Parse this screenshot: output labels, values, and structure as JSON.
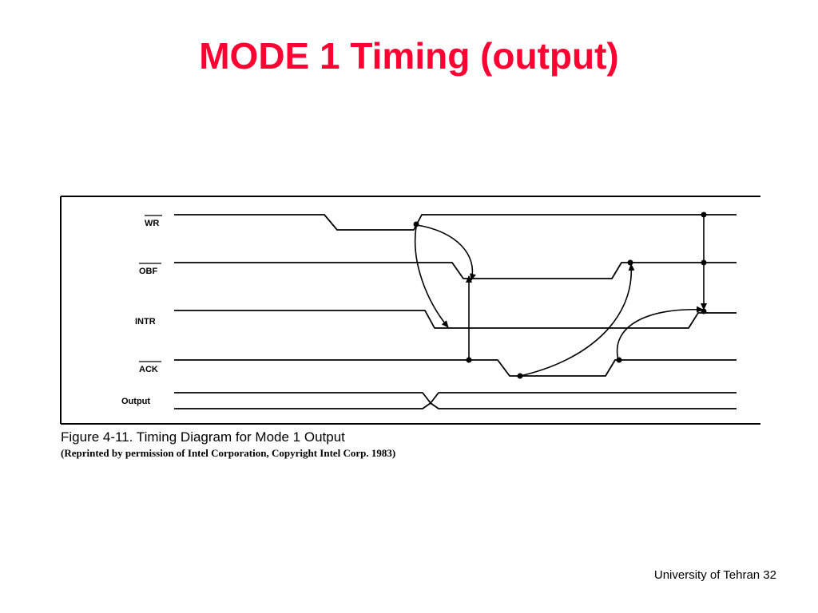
{
  "slide": {
    "title": "MODE 1 Timing (output)",
    "footer": "University of Tehran 32"
  },
  "figure": {
    "caption": "Figure 4-11. Timing Diagram for Mode 1 Output",
    "credit": "(Reprinted by permission of Intel Corporation, Copyright Intel Corp. 1983)",
    "signals": [
      {
        "id": "wr",
        "label": "WR",
        "overbar": true
      },
      {
        "id": "obf",
        "label": "OBF",
        "overbar": true
      },
      {
        "id": "intr",
        "label": "INTR",
        "overbar": false
      },
      {
        "id": "ack",
        "label": "ACK",
        "overbar": true
      },
      {
        "id": "output",
        "label": "Output",
        "overbar": false
      }
    ]
  },
  "colors": {
    "title": "#ff0033",
    "ink": "#000000"
  }
}
